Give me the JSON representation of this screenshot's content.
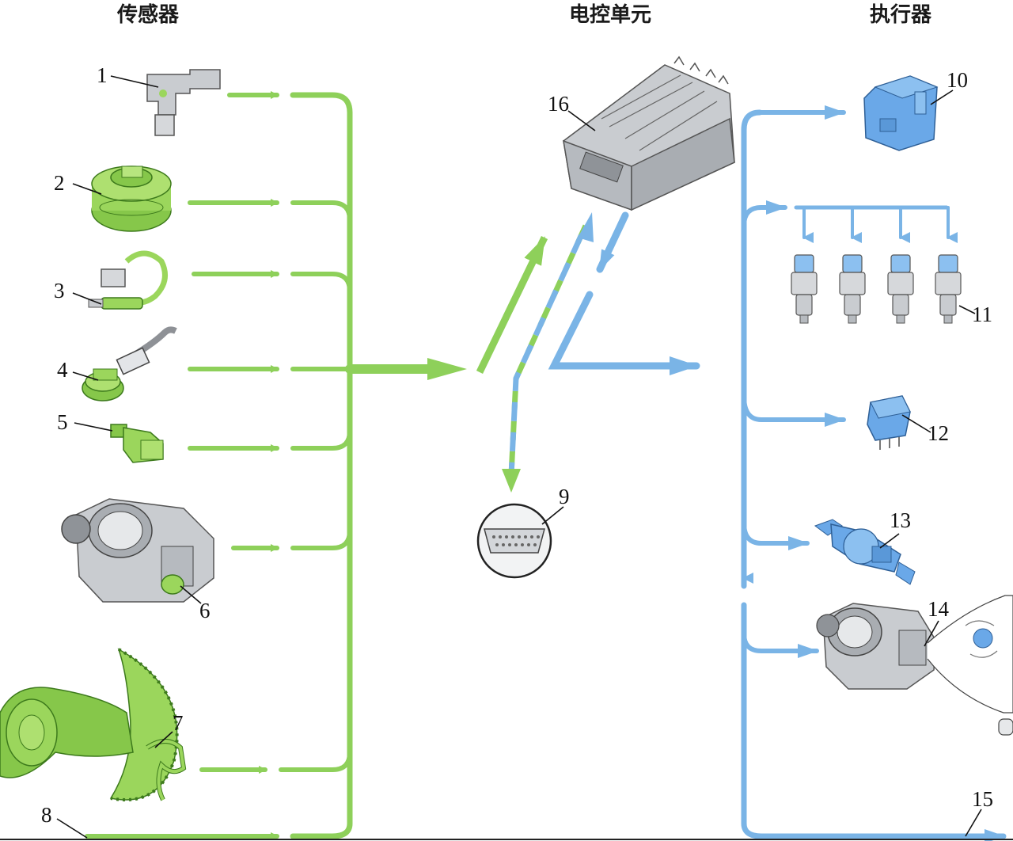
{
  "headers": {
    "sensors": "传感器",
    "ecu": "电控单元",
    "actuators": "执行器"
  },
  "labels": {
    "n1": "1",
    "n2": "2",
    "n3": "3",
    "n4": "4",
    "n5": "5",
    "n6": "6",
    "n7": "7",
    "n8": "8",
    "n9": "9",
    "n10": "10",
    "n11": "11",
    "n12": "12",
    "n13": "13",
    "n14": "14",
    "n15": "15",
    "n16": "16"
  },
  "colors": {
    "input_flow": "#8ed05a",
    "output_flow": "#7ab4e6",
    "sensor_body": "#9bd65c",
    "actuator_body": "#6aa8e8",
    "part_gray": "#c9ccd0"
  }
}
